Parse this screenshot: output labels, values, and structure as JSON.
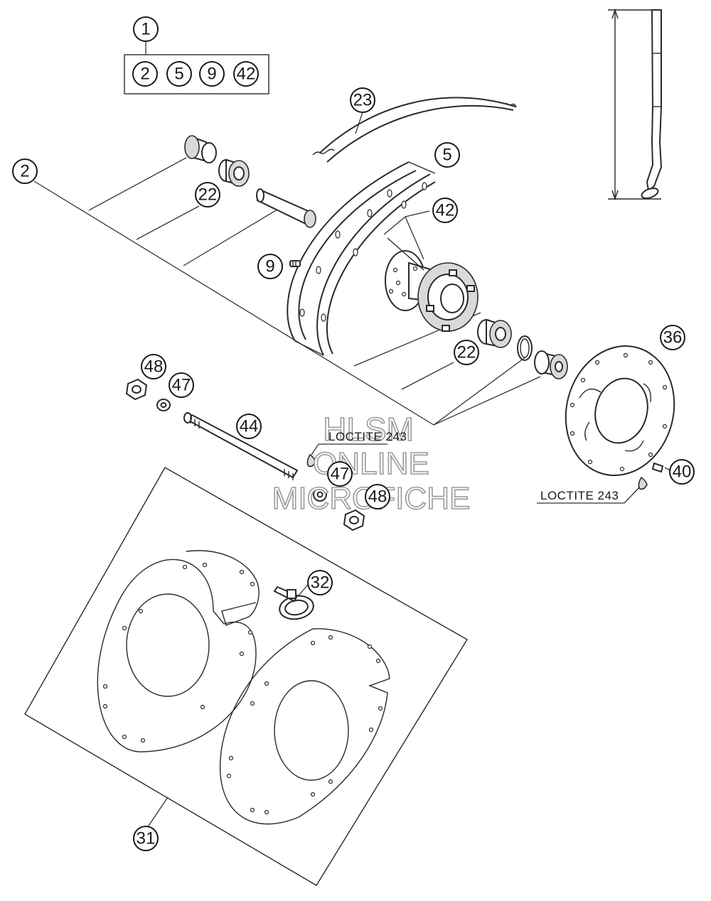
{
  "callouts": {
    "kit": "1",
    "kit_2": "2",
    "kit_5": "5",
    "kit_9": "9",
    "kit_42": "42",
    "rim_tape": "23",
    "spacer_left": "2",
    "bearing_left": "22",
    "rim": "5",
    "spokes": "42",
    "screw": "9",
    "disc": "36",
    "bearing_right": "22",
    "nut_left": "48",
    "washer_left": "47",
    "axle": "44",
    "washer_right": "47",
    "nut_right": "48",
    "disc_screw": "40",
    "cable_tie": "32",
    "disc_cover": "31"
  },
  "loctite": {
    "axle": "LOCTITE 243",
    "disc": "LOCTITE 243"
  },
  "watermark": {
    "line1": "HLSM",
    "line2": "ONLINE",
    "line3": "MICROFICHE"
  }
}
